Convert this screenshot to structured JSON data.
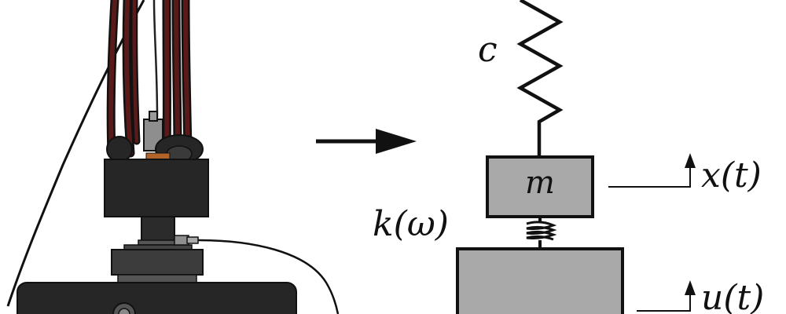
{
  "labels": {
    "damping": "c",
    "mass": "m",
    "stiffness": "k(ω)",
    "response": "x(t)",
    "excitation": "u(t)"
  },
  "colors": {
    "ink": "#111111",
    "block_fill": "#a9a9a9",
    "fixture_dark": "#262626",
    "fixture_mid": "#3c3c3c",
    "cable_red": "#5a1a1a",
    "sensor_grey": "#8e8e8e",
    "copper": "#b0642a"
  }
}
